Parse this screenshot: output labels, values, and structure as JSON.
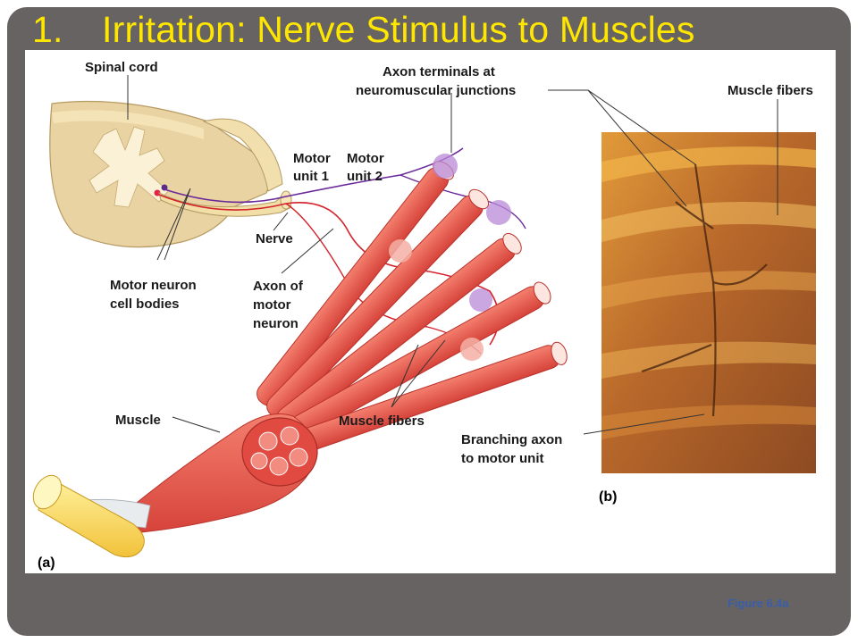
{
  "slide": {
    "title_number": "1.",
    "title_text": "Irritation: Nerve Stimulus to Muscles",
    "credit": "Figure 6.4a",
    "colors": {
      "title": "#ffe600",
      "frame": "#666362",
      "muscle": "#e9574a",
      "photo": "#c9782e"
    }
  },
  "diagram": {
    "panel_a": "(a)",
    "panel_b": "(b)",
    "labels": {
      "spinal_cord": "Spinal cord",
      "motor_unit_1_l1": "Motor",
      "motor_unit_1_l2": "unit 1",
      "motor_unit_2_l1": "Motor",
      "motor_unit_2_l2": "unit 2",
      "nerve": "Nerve",
      "motor_neuron_l1": "Motor neuron",
      "motor_neuron_l2": "cell bodies",
      "axon_l1": "Axon of",
      "axon_l2": "motor",
      "axon_l3": "neuron",
      "axon_terminals_l1": "Axon terminals at",
      "axon_terminals_l2": "neuromuscular junctions",
      "muscle_fibers_a": "Muscle fibers",
      "muscle": "Muscle",
      "muscle_fibers_b": "Muscle fibers",
      "branching_l1": "Branching axon",
      "branching_l2": "to motor unit"
    }
  }
}
